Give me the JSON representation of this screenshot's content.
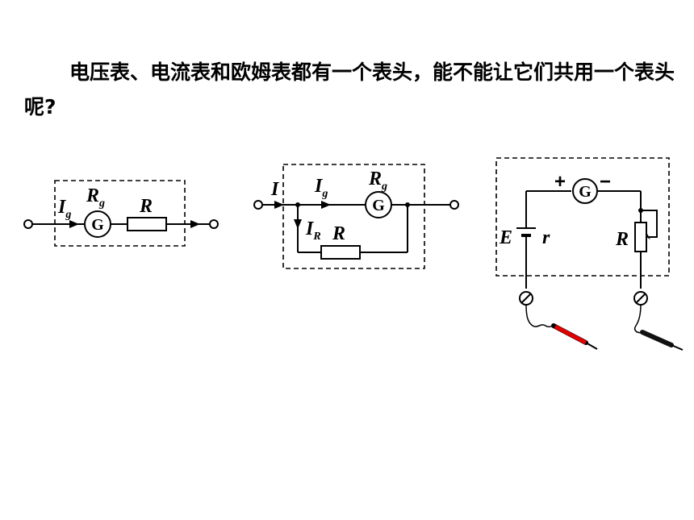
{
  "question": {
    "text": "电压表、电流表和欧姆表都有一个表头，能不能让它们共用一个表头呢?"
  },
  "diagram1": {
    "current_label": "I",
    "current_sub": "g",
    "resistance_label": "R",
    "resistance_sub": "g",
    "galvanometer": "G",
    "resistor_label": "R"
  },
  "diagram2": {
    "current_label": "I",
    "branch_current_label": "I",
    "branch_current_sub": "g",
    "resistance_label": "R",
    "resistance_sub": "g",
    "galvanometer": "G",
    "shunt_current_label": "I",
    "shunt_current_sub": "R",
    "resistor_label": "R"
  },
  "diagram3": {
    "plus_sign": "+",
    "minus_sign": "−",
    "galvanometer": "G",
    "emf_label": "E",
    "internal_r_label": "r",
    "variable_resistor_label": "R"
  },
  "colors": {
    "red_probe": "#e00000",
    "black_probe": "#111111"
  }
}
